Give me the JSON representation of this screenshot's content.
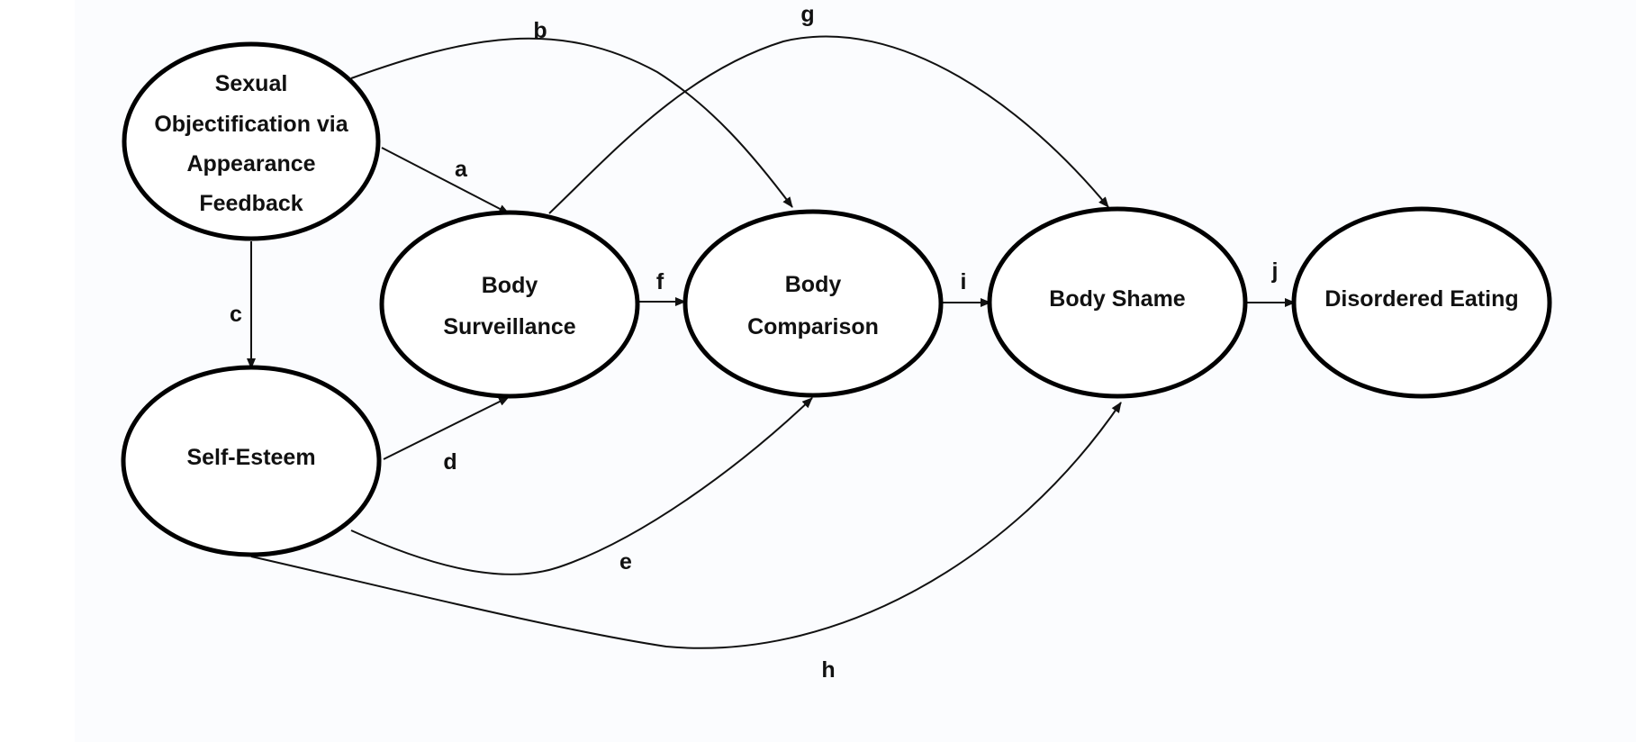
{
  "nodes": {
    "sexual_objectification": {
      "lines": [
        "Sexual",
        "Objectification via",
        "Appearance",
        "Feedback"
      ]
    },
    "body_surveillance": {
      "lines": [
        "Body",
        "Surveillance"
      ]
    },
    "body_comparison": {
      "lines": [
        "Body",
        "Comparison"
      ]
    },
    "body_shame": {
      "lines": [
        "Body Shame"
      ]
    },
    "disordered_eating": {
      "lines": [
        "Disordered Eating"
      ]
    },
    "self_esteem": {
      "lines": [
        "Self-Esteem"
      ]
    }
  },
  "edges": {
    "a": {
      "label": "a",
      "from": "Sexual Objectification via Appearance Feedback",
      "to": "Body Surveillance"
    },
    "b": {
      "label": "b",
      "from": "Sexual Objectification via Appearance Feedback",
      "to": "Body Comparison"
    },
    "c": {
      "label": "c",
      "from": "Sexual Objectification via Appearance Feedback",
      "to": "Self-Esteem"
    },
    "d": {
      "label": "d",
      "from": "Self-Esteem",
      "to": "Body Surveillance"
    },
    "e": {
      "label": "e",
      "from": "Self-Esteem",
      "to": "Body Comparison"
    },
    "f": {
      "label": "f",
      "from": "Body Surveillance",
      "to": "Body Comparison"
    },
    "g": {
      "label": "g",
      "from": "Body Surveillance",
      "to": "Body Shame"
    },
    "h": {
      "label": "h",
      "from": "Self-Esteem",
      "to": "Body Shame"
    },
    "i": {
      "label": "i",
      "from": "Body Comparison",
      "to": "Body Shame"
    },
    "j": {
      "label": "j",
      "from": "Body Shame",
      "to": "Disordered Eating"
    }
  }
}
